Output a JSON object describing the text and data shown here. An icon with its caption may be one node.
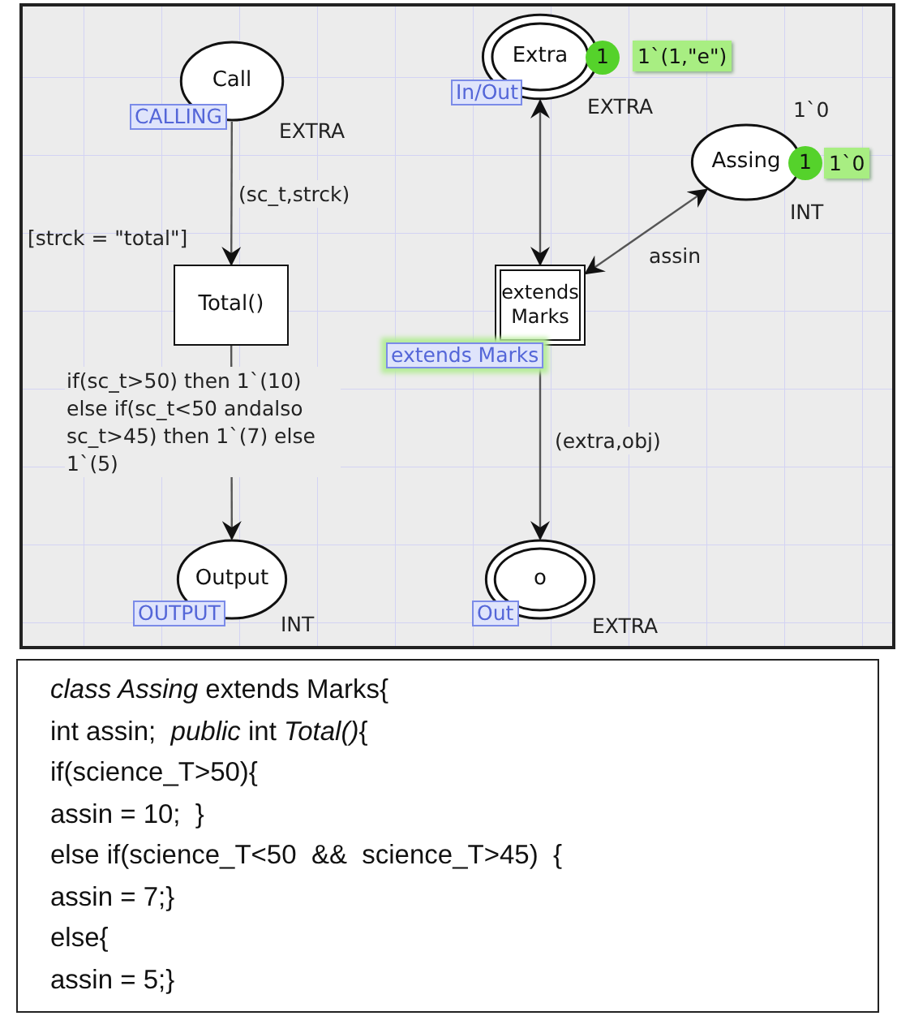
{
  "diagram": {
    "nodes": [
      {
        "text": [
          "Call"
        ],
        "beside": [
          "CALLING",
          "EXTRA"
        ]
      },
      {
        "text": [
          "Total()"
        ],
        "beside": [
          "[strck = \"total\"]"
        ]
      },
      {
        "text": [
          "Output"
        ],
        "beside": [
          "OUTPUT",
          "INT"
        ]
      },
      {
        "text": [
          "Extra"
        ],
        "beside": [
          "1",
          "1`(1,\"e\")",
          "In/Out",
          "EXTRA"
        ]
      },
      {
        "text": [
          "Assing"
        ],
        "beside": [
          "1`0",
          "1",
          "1`0",
          "INT"
        ]
      },
      {
        "text": [
          "extends Marks"
        ],
        "beside": [
          "extends Marks"
        ]
      },
      {
        "text": [
          "o"
        ],
        "beside": [
          "Out",
          "EXTRA"
        ]
      },
      {
        "text": [
          "*class Assing* extends Marks{",
          "int assin;  *public* int *Total()*{",
          "if(science_T>50){",
          "assin = 10;  }",
          "else if(science_T<50  &&  science_T>45)  {",
          "assin = 7;}",
          "else{",
          "assin = 5;}"
        ]
      }
    ],
    "edges": [
      {
        "from": 0,
        "to": 1,
        "arrow": "to",
        "label": "(sc_t,strck)"
      },
      {
        "from": 1,
        "to": 2,
        "arrow": "to",
        "label": "if(sc_t>50) then 1`(10) else if(sc_t<50 andalso sc_t>45) then 1`(7) else 1`(5)"
      },
      {
        "from": 3,
        "to": 5,
        "arrow": "both"
      },
      {
        "from": 5,
        "to": 4,
        "arrow": "both",
        "label": "assin"
      },
      {
        "from": 5,
        "to": 6,
        "arrow": "to",
        "label": "(extra,obj)"
      }
    ]
  }
}
